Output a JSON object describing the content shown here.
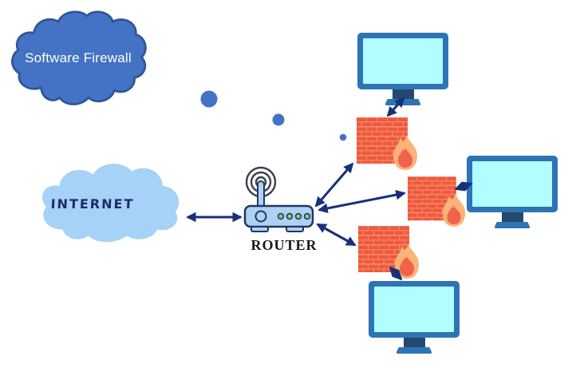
{
  "diagram": {
    "type": "network-diagram",
    "nodes": {
      "software_firewall": {
        "label": "Software Firewall",
        "shape": "cloud",
        "fill": "#4472C4",
        "text_color": "#FFFFFF"
      },
      "internet": {
        "label": "INTERNET",
        "shape": "cloud",
        "fill": "#A5D2F6",
        "text_color": "#1D2A6B"
      },
      "router": {
        "label": "ROUTER",
        "icon": "wireless-router-icon",
        "fill": "#AFD1F2"
      },
      "firewalls": [
        {
          "id": "firewall-1",
          "icon": "brick-wall-flame-icon"
        },
        {
          "id": "firewall-2",
          "icon": "brick-wall-flame-icon"
        },
        {
          "id": "firewall-3",
          "icon": "brick-wall-flame-icon"
        }
      ],
      "computers": [
        {
          "id": "computer-1",
          "icon": "monitor-icon"
        },
        {
          "id": "computer-2",
          "icon": "monitor-icon"
        },
        {
          "id": "computer-3",
          "icon": "monitor-icon"
        }
      ]
    },
    "edges": [
      {
        "from": "internet",
        "to": "router",
        "style": "double-arrow"
      },
      {
        "from": "router",
        "to": "firewall-1",
        "style": "double-arrow"
      },
      {
        "from": "router",
        "to": "firewall-2",
        "style": "double-arrow"
      },
      {
        "from": "router",
        "to": "firewall-3",
        "style": "double-arrow"
      },
      {
        "from": "firewall-1",
        "to": "computer-1",
        "style": "double-arrow"
      },
      {
        "from": "firewall-2",
        "to": "computer-2",
        "style": "double-arrow"
      },
      {
        "from": "firewall-3",
        "to": "computer-3",
        "style": "double-arrow"
      },
      {
        "from": "software_firewall",
        "to": "firewall-1",
        "style": "thought-dots"
      }
    ],
    "colors": {
      "arrow": "#18307A",
      "cloud_dark": "#4472C4",
      "cloud_dark_outline": "#2F5597",
      "cloud_light": "#A5D2F6",
      "monitor_frame": "#2E74B5",
      "monitor_screen": "#B2FDFF",
      "monitor_stand": "#24496F",
      "brick": "#EE593F",
      "mortar": "#F98A66",
      "flame_outer": "#FBB377",
      "flame_inner": "#F2614B",
      "router_fill": "#AFD1F2",
      "router_outline": "#1F3864",
      "wifi_arcs": "#3E3E4C",
      "led_green": "#8FCB7C",
      "thought_dot": "#4472C4"
    }
  }
}
